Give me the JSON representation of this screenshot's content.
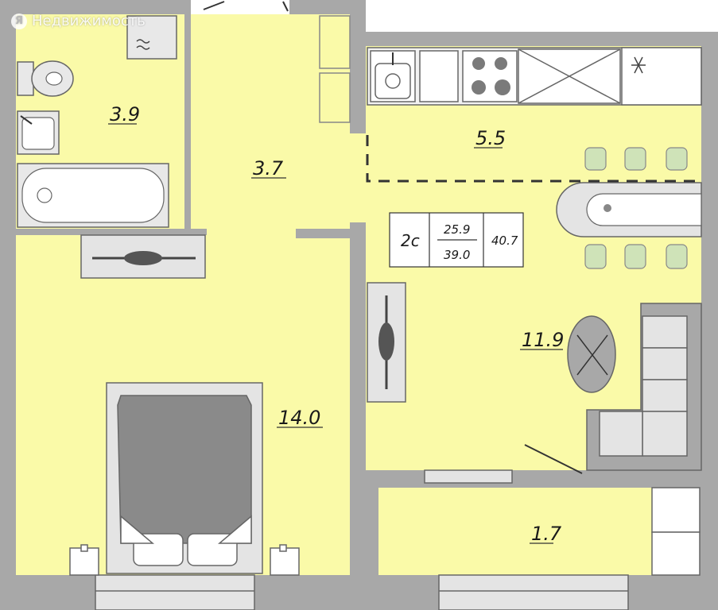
{
  "watermark": {
    "logo_letter": "Я",
    "text": "Недвижимость"
  },
  "rooms": {
    "toilet_area": "3.9",
    "hall_area": "3.7",
    "kitchen_area": "5.5",
    "living_area": "11.9",
    "bedroom_area": "14.0",
    "balcony_area": "1.7"
  },
  "summary": {
    "type": "2с",
    "living": "25.9",
    "total": "39.0",
    "overall": "40.7"
  },
  "colors": {
    "floor": "#fafaa8",
    "wall": "#a6a6a6",
    "furniture_fill": "#e4e4e4",
    "bed": "#8a8a8a",
    "stool": "#cfe3b8",
    "outline": "#666666"
  }
}
